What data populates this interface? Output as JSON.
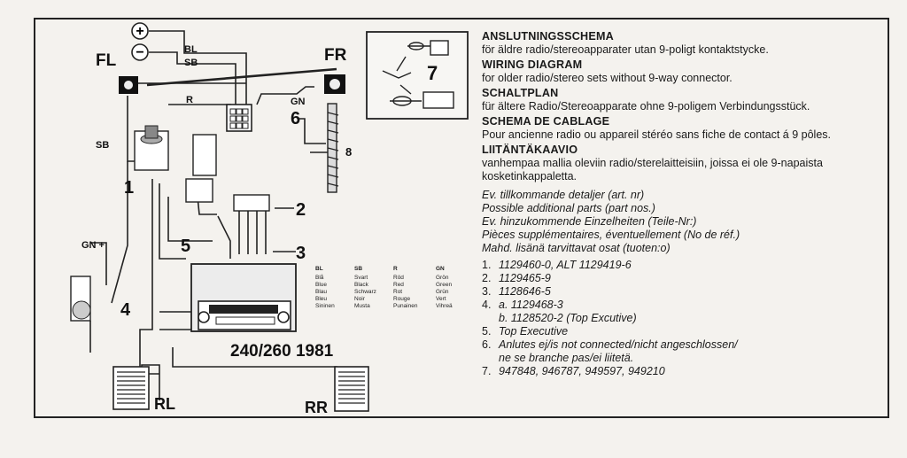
{
  "diagram": {
    "labels": {
      "fl": "FL",
      "fr": "FR",
      "sb_left": "SB",
      "rl": "RL",
      "rr": "RR",
      "gn_plus": "GN +",
      "bl": "BL",
      "sb_wire": "SB",
      "r_wire": "R",
      "gn_wire": "GN",
      "plus": "+",
      "minus": "−",
      "model": "240/260 1981",
      "n1": "1",
      "n2": "2",
      "n3": "3",
      "n4": "4",
      "n5": "5",
      "n6": "6",
      "n7": "7",
      "n8": "8"
    },
    "legend": [
      {
        "code": "BL",
        "names": [
          "Blå",
          "Blue",
          "Blau",
          "Bleu",
          "Sininen"
        ]
      },
      {
        "code": "SB",
        "names": [
          "Svart",
          "Black",
          "Schwarz",
          "Noir",
          "Musta"
        ]
      },
      {
        "code": "R",
        "names": [
          "Röd",
          "Red",
          "Rot",
          "Rouge",
          "Punainen"
        ]
      },
      {
        "code": "GN",
        "names": [
          "Grön",
          "Green",
          "Grün",
          "Vert",
          "Vihreä"
        ]
      }
    ]
  },
  "text": {
    "blocks": [
      {
        "heading": "ANSLUTNINGSSCHEMA",
        "body": "för äldre radio/stereoapparater utan 9-poligt kontaktstycke."
      },
      {
        "heading": "WIRING DIAGRAM",
        "body": "for older radio/stereo sets without 9-way connector."
      },
      {
        "heading": "SCHALTPLAN",
        "body": "für ältere Radio/Stereoapparate ohne 9-poligem Verbindungsstück."
      },
      {
        "heading": "SCHEMA DE CABLAGE",
        "body": "Pour ancienne radio ou appareil stéréo sans fiche de contact á 9 pôles."
      },
      {
        "heading": "LIITÄNTÄKAAVIO",
        "body": "vanhempaa mallia oleviin radio/sterelaitteisiin, joissa ei ole 9-napaista kosketinkappaletta."
      }
    ],
    "extras": [
      "Ev. tillkommande detaljer (art. nr)",
      "Possible additional parts (part nos.)",
      "Ev. hinzukommende Einzelheiten (Teile-Nr:)",
      "Pièces supplémentaires, éventuellement (No de réf.)",
      "Mahd. lisänä tarvittavat osat (tuoten:o)"
    ],
    "items": [
      {
        "n": "1.",
        "t": "1129460-0, ALT 1129419-6"
      },
      {
        "n": "2.",
        "t": "1129465-9"
      },
      {
        "n": "3.",
        "t": "1128646-5"
      },
      {
        "n": "4.",
        "t": "a. 1129468-3"
      },
      {
        "n": "",
        "t": "b. 1128520-2 (Top Excutive)"
      },
      {
        "n": "5.",
        "t": "Top Executive"
      },
      {
        "n": "6.",
        "t": "Anlutes ej/is not connected/nicht angeschlossen/"
      },
      {
        "n": "",
        "t": "ne se branche pas/ei liitetä."
      },
      {
        "n": "7.",
        "t": "947848, 946787, 949597, 949210"
      }
    ]
  }
}
